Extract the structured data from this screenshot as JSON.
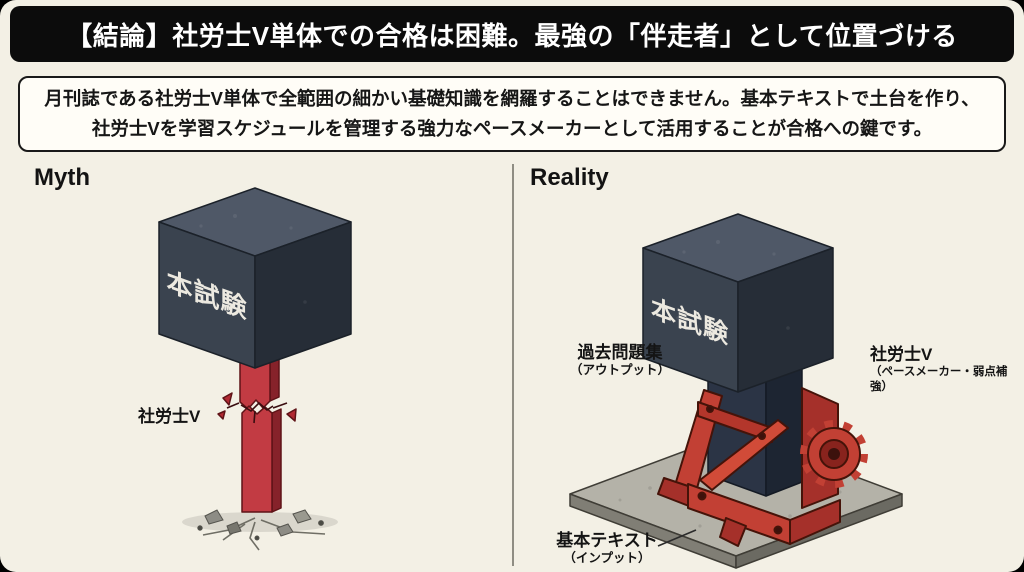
{
  "header": {
    "title": "【結論】社労士V単体での合格は困難。最強の「伴走者」として位置づける"
  },
  "summary": {
    "line1": "月刊誌である社労士V単体で全範囲の細かい基礎知識を網羅することはできません。基本テキストで土台を作り、",
    "line2": "社労士Vを学習スケジュールを管理する強力なペースメーカーとして活用することが合格への鍵です。"
  },
  "myth": {
    "heading": "Myth",
    "cube_label": "本試験",
    "pillar_label": "社労士V"
  },
  "reality": {
    "heading": "Reality",
    "cube_label": "本試験",
    "labels": {
      "left_title": "過去問題集",
      "left_sub": "（アウトプット）",
      "right_title": "社労士V",
      "right_sub": "（ペースメーカー・弱点補強）",
      "base_title": "基本テキスト",
      "base_sub": "（インプット）"
    }
  },
  "colors": {
    "slide_background": "#f3f0e5",
    "header_bg": "#0c0c0c",
    "accent_red": "#c23b43",
    "cube_dark": "#3a434f",
    "pillar_navy": "#2b3445",
    "base_gray": "#b4b2a8"
  }
}
